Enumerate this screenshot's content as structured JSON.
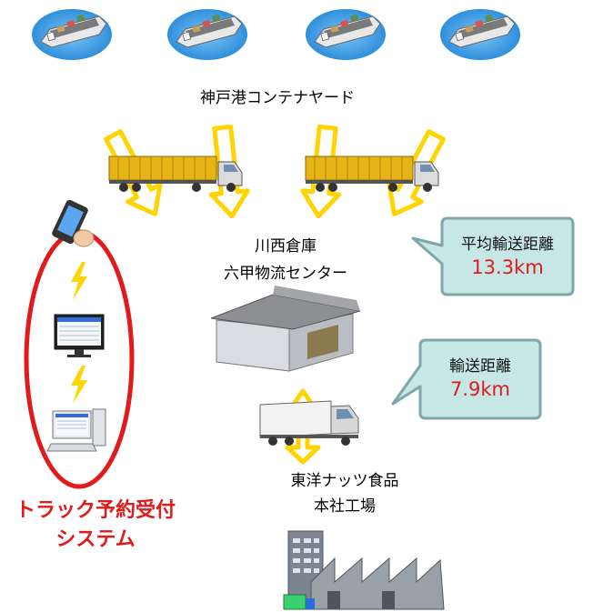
{
  "port_label": "神戸港コンテナヤード",
  "warehouse_label": [
    "川西倉庫",
    "六甲物流センター"
  ],
  "factory_label": [
    "東洋ナッツ食品",
    "本社工場"
  ],
  "callout_avg": {
    "title": "平均輸送距離",
    "value": "13.3km"
  },
  "callout_dist": {
    "title": "輸送距離",
    "value": "7.9km"
  },
  "system_label": [
    "トラック予約受付",
    "システム"
  ],
  "icons": [
    "ship-icon",
    "container-truck-icon",
    "warehouse-icon",
    "box-truck-icon",
    "factory-icon",
    "smartphone-icon",
    "monitor-icon",
    "desktop-computer-icon",
    "lightning-icon"
  ],
  "colors": {
    "accent_red": "#e01b1b",
    "callout_fill": "#c7e6e6",
    "callout_border": "#7fa6a8",
    "arrow_yellow": "#ffd400",
    "sea_blue": "#2f8fdc"
  }
}
